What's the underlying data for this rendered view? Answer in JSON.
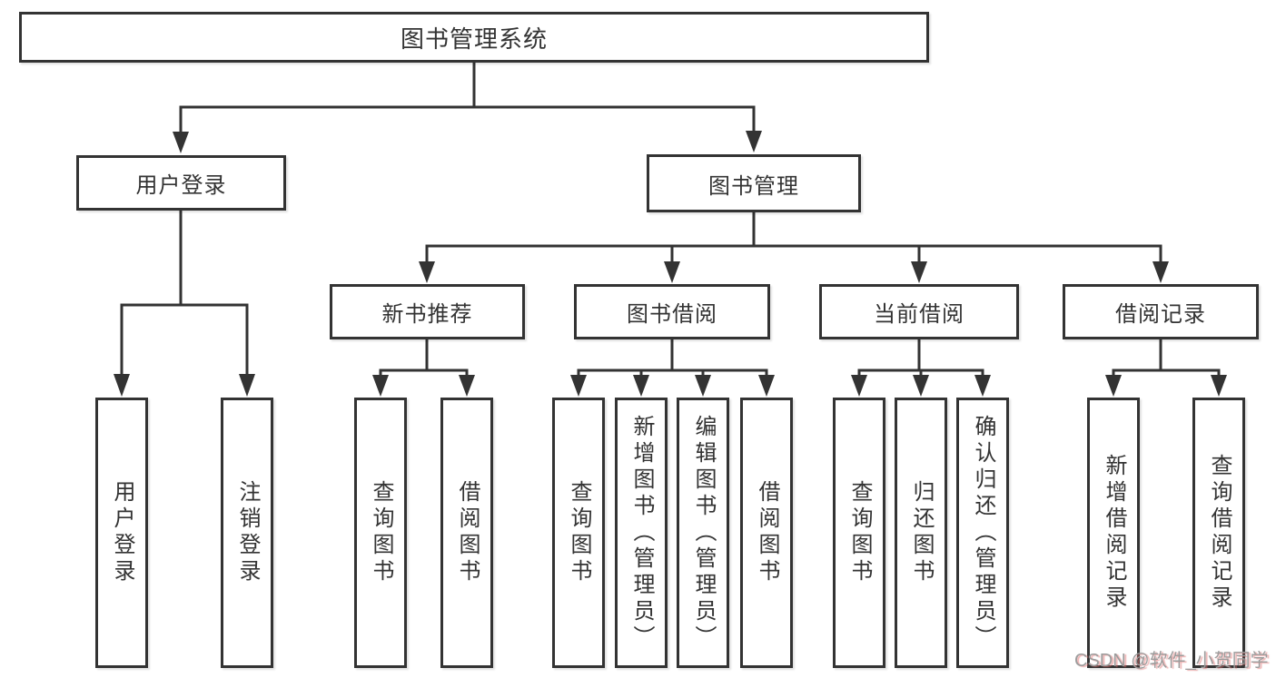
{
  "diagram": {
    "root": {
      "label": "图书管理系统"
    },
    "branches": [
      {
        "label": "用户登录",
        "children": [
          {
            "label": "用户登录"
          },
          {
            "label": "注销登录"
          }
        ]
      },
      {
        "label": "图书管理",
        "children": [
          {
            "label": "新书推荐",
            "children": [
              {
                "label": "查询图书"
              },
              {
                "label": "借阅图书"
              }
            ]
          },
          {
            "label": "图书借阅",
            "children": [
              {
                "label": "查询图书"
              },
              {
                "label": "新增图书（管理员）"
              },
              {
                "label": "编辑图书（管理员）"
              },
              {
                "label": "借阅图书"
              }
            ]
          },
          {
            "label": "当前借阅",
            "children": [
              {
                "label": "查询图书"
              },
              {
                "label": "归还图书"
              },
              {
                "label": "确认归还（管理员）"
              }
            ]
          },
          {
            "label": "借阅记录",
            "children": [
              {
                "label": "新增借阅记录"
              },
              {
                "label": "查询借阅记录"
              }
            ]
          }
        ]
      }
    ]
  },
  "watermark": {
    "text": "CSDN @软件_小贺同学"
  },
  "colors": {
    "line": "#333333",
    "box_border": "#333333",
    "text": "#333333",
    "watermark": "#9c9c9c",
    "background": "#ffffff"
  }
}
